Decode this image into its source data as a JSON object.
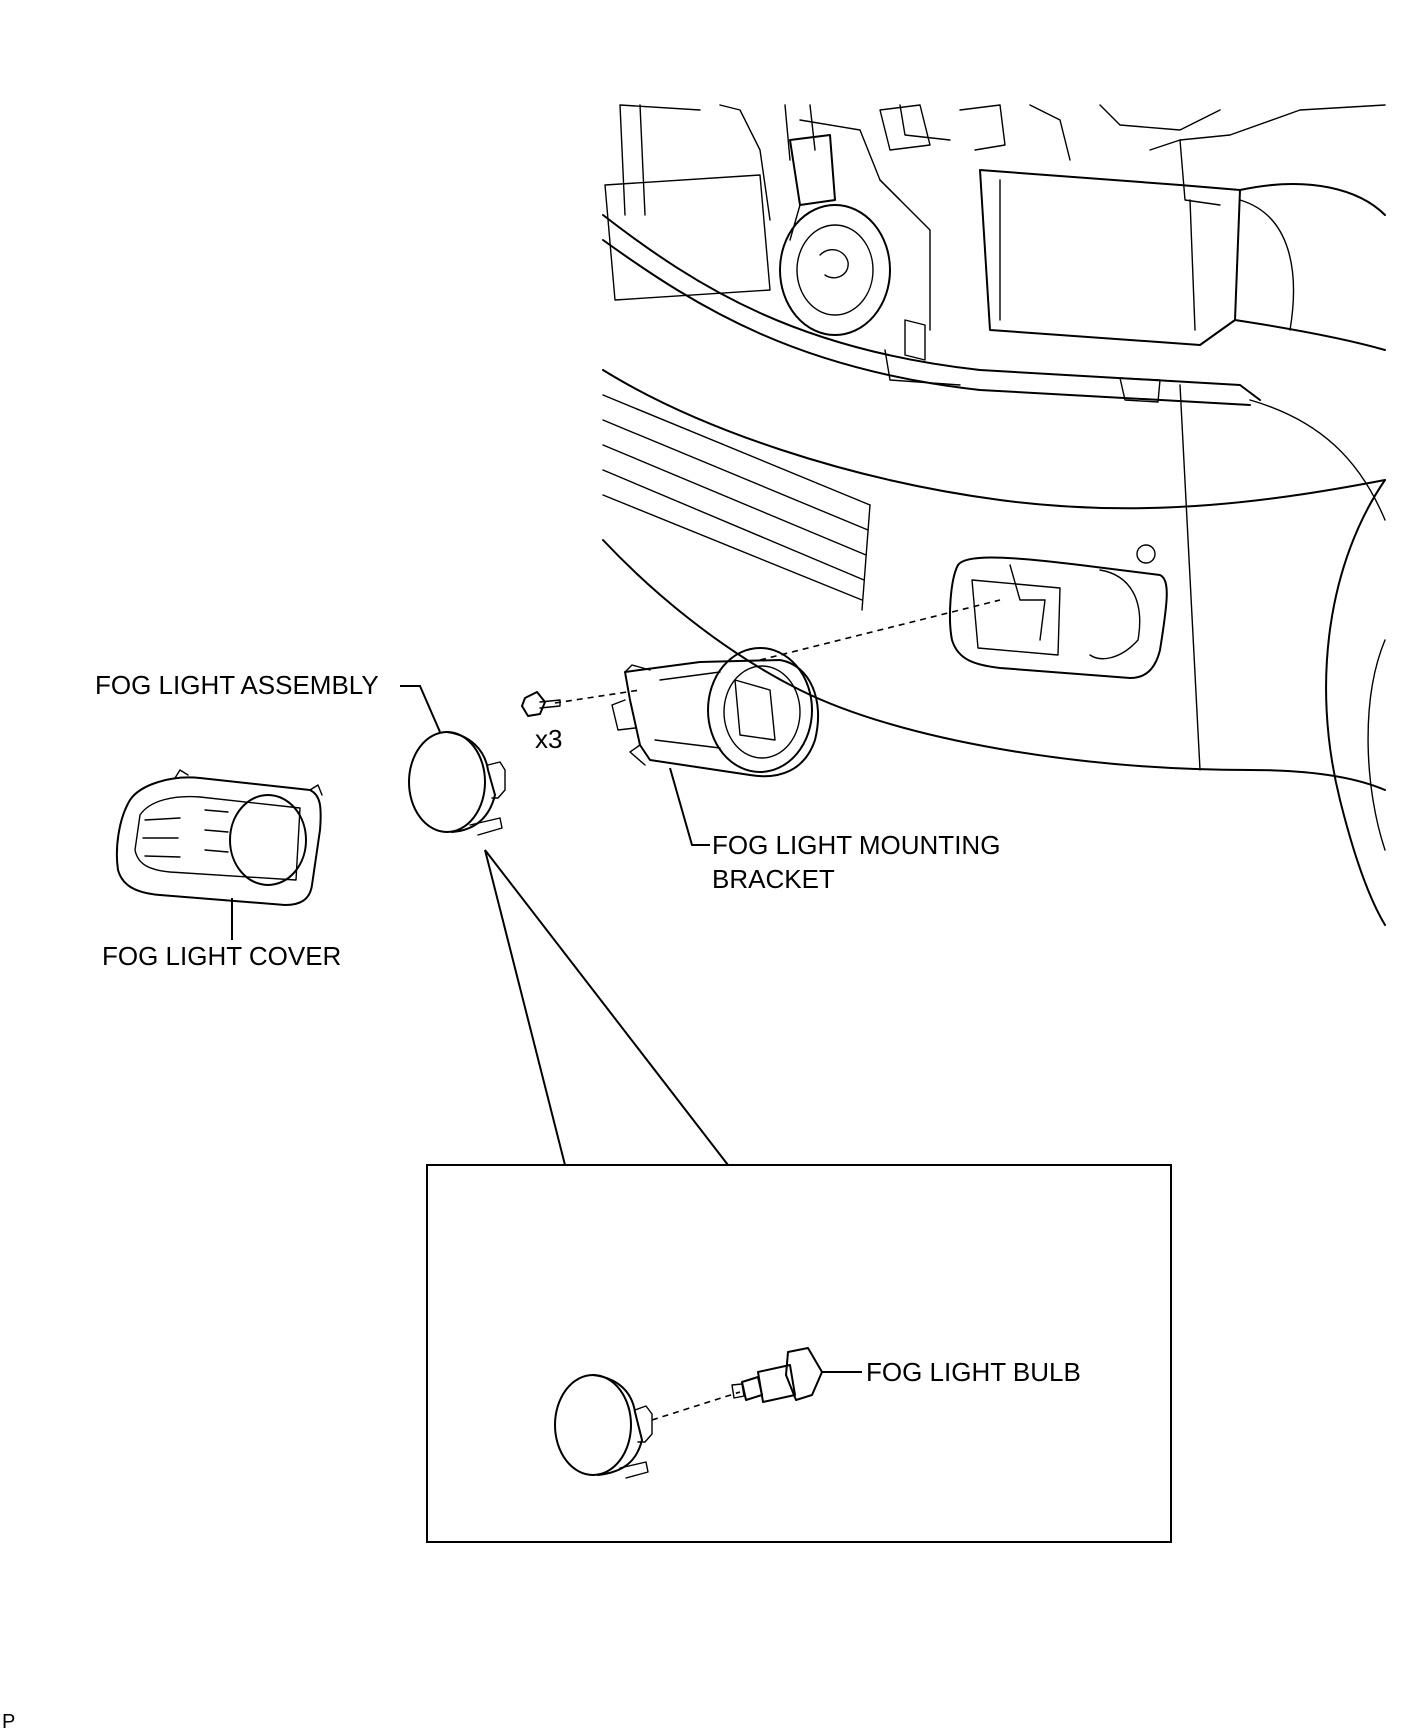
{
  "labels": {
    "fog_light_assembly": "FOG LIGHT ASSEMBLY",
    "quantity": "x3",
    "mounting_bracket_line1": "FOG LIGHT MOUNTING",
    "mounting_bracket_line2": "BRACKET",
    "fog_light_cover": "FOG LIGHT COVER",
    "fog_light_bulb": "FOG LIGHT BULB",
    "corner_code": "P"
  }
}
